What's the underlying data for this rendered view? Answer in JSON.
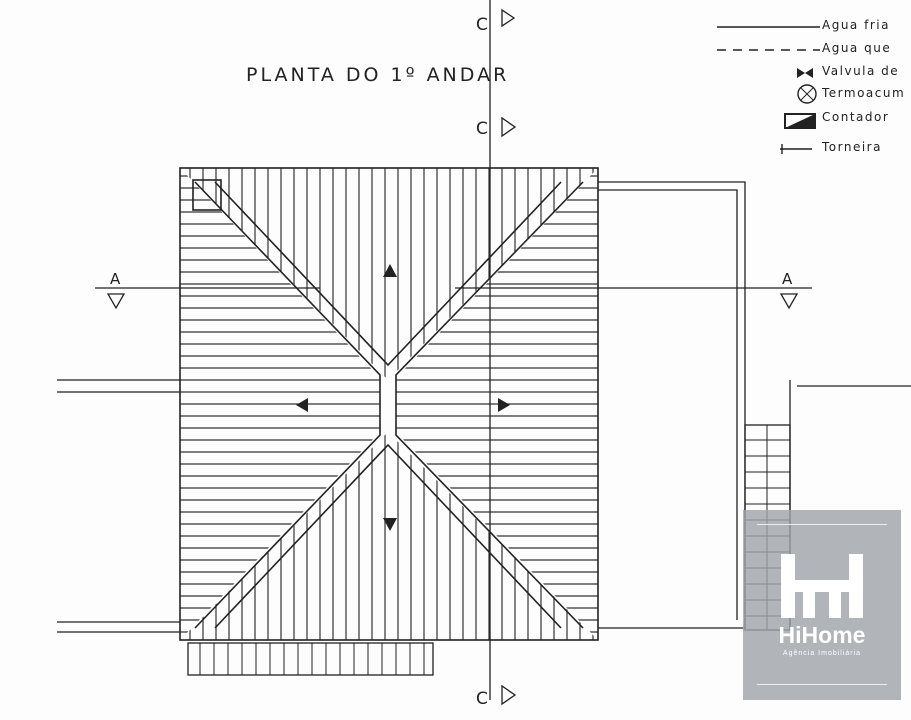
{
  "drawing": {
    "title": "PLANTA DO 1º ANDAR",
    "section_labels": {
      "c": "C",
      "a": "A"
    }
  },
  "legend": {
    "items": [
      {
        "icon": "solid-line-icon",
        "label": "Agua fria"
      },
      {
        "icon": "dashed-line-icon",
        "label": "Agua que"
      },
      {
        "icon": "valve-icon",
        "label": "Valvula de"
      },
      {
        "icon": "circle-x-icon",
        "label": "Termoacum"
      },
      {
        "icon": "meter-icon",
        "label": "Contador"
      },
      {
        "icon": "tap-icon",
        "label": "Torneira"
      }
    ]
  },
  "watermark": {
    "brand": "HiHome",
    "tagline": "Agência Imobiliária",
    "color": "#a0a5aa"
  }
}
